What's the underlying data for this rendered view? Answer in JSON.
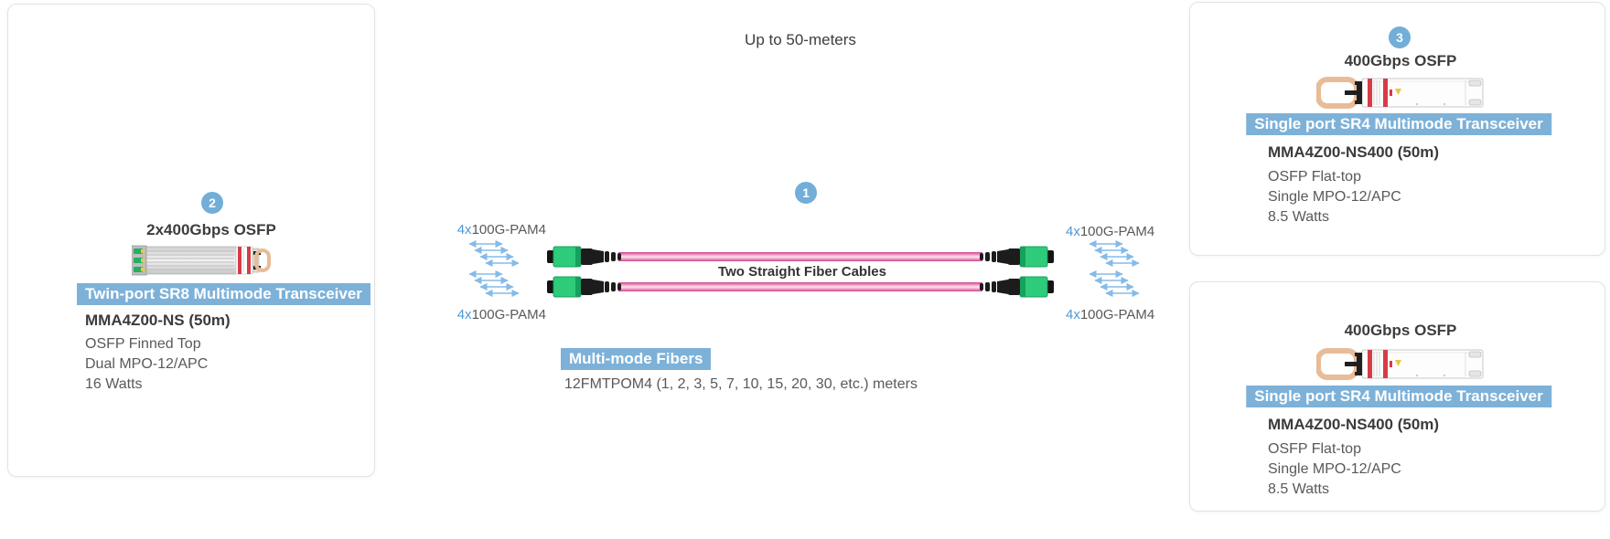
{
  "colors": {
    "badge_blue": "#72aed7",
    "chip_blue": "#7db1d8",
    "lane_blue": "#4f97d5",
    "arrow_blue": "#85bbe8",
    "cable_pink": "#e2509a",
    "connector_green": "#2ecc7a",
    "text_dark": "#3d3d3d",
    "text_gray": "#595959"
  },
  "center": {
    "title": "Up to 50-meters",
    "badge": "1",
    "cable_label": "Two Straight Fiber Cables",
    "lane_prefix": "4x",
    "lane_text": "100G-PAM4",
    "fiber_chip": "Multi-mode Fibers",
    "fiber_detail": "12FMTPOM4 (1, 2, 3, 5, 7, 10, 15, 20, 30, etc.) meters"
  },
  "cards": {
    "left": {
      "badge": "2",
      "title": "2x400Gbps OSFP",
      "chip": "Twin-port SR8 Multimode Transceiver",
      "model": "MMA4Z00-NS (50m)",
      "specs": [
        "OSFP Finned Top",
        "Dual MPO-12/APC",
        "16 Watts"
      ]
    },
    "top_right": {
      "badge": "3",
      "title": "400Gbps OSFP",
      "chip": "Single port SR4 Multimode Transceiver",
      "model": "MMA4Z00-NS400 (50m)",
      "specs": [
        "OSFP Flat-top",
        "Single MPO-12/APC",
        "8.5 Watts"
      ]
    },
    "bottom_right": {
      "title": "400Gbps OSFP",
      "chip": "Single port SR4 Multimode Transceiver",
      "model": "MMA4Z00-NS400 (50m)",
      "specs": [
        "OSFP Flat-top",
        "Single MPO-12/APC",
        "8.5 Watts"
      ]
    }
  }
}
